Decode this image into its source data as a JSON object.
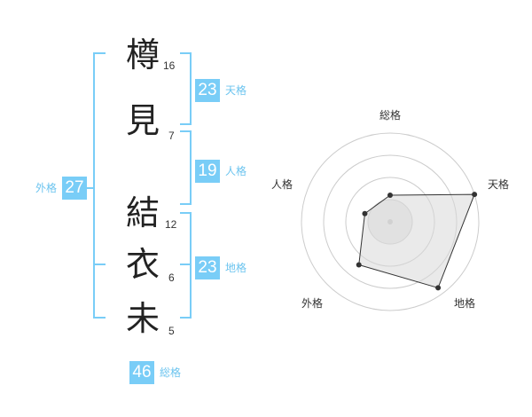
{
  "name": {
    "chars": [
      {
        "char": "樽",
        "strokes": "16"
      },
      {
        "char": "見",
        "strokes": "7"
      },
      {
        "char": "結",
        "strokes": "12"
      },
      {
        "char": "衣",
        "strokes": "6"
      },
      {
        "char": "未",
        "strokes": "5"
      }
    ]
  },
  "grades": {
    "tenkaku": {
      "value": "23",
      "label": "天格"
    },
    "jinkaku": {
      "value": "19",
      "label": "人格"
    },
    "chikaku": {
      "value": "23",
      "label": "地格"
    },
    "gaikaku": {
      "value": "27",
      "label": "外格"
    },
    "soukaku": {
      "value": "46",
      "label": "総格"
    }
  },
  "radar": {
    "axes": [
      "総格",
      "天格",
      "地格",
      "外格",
      "人格"
    ],
    "levels": 4,
    "values": [
      0.3,
      1.0,
      0.92,
      0.6,
      0.3
    ],
    "accent": "#79cdf7",
    "fill": "#d9d9d9"
  }
}
